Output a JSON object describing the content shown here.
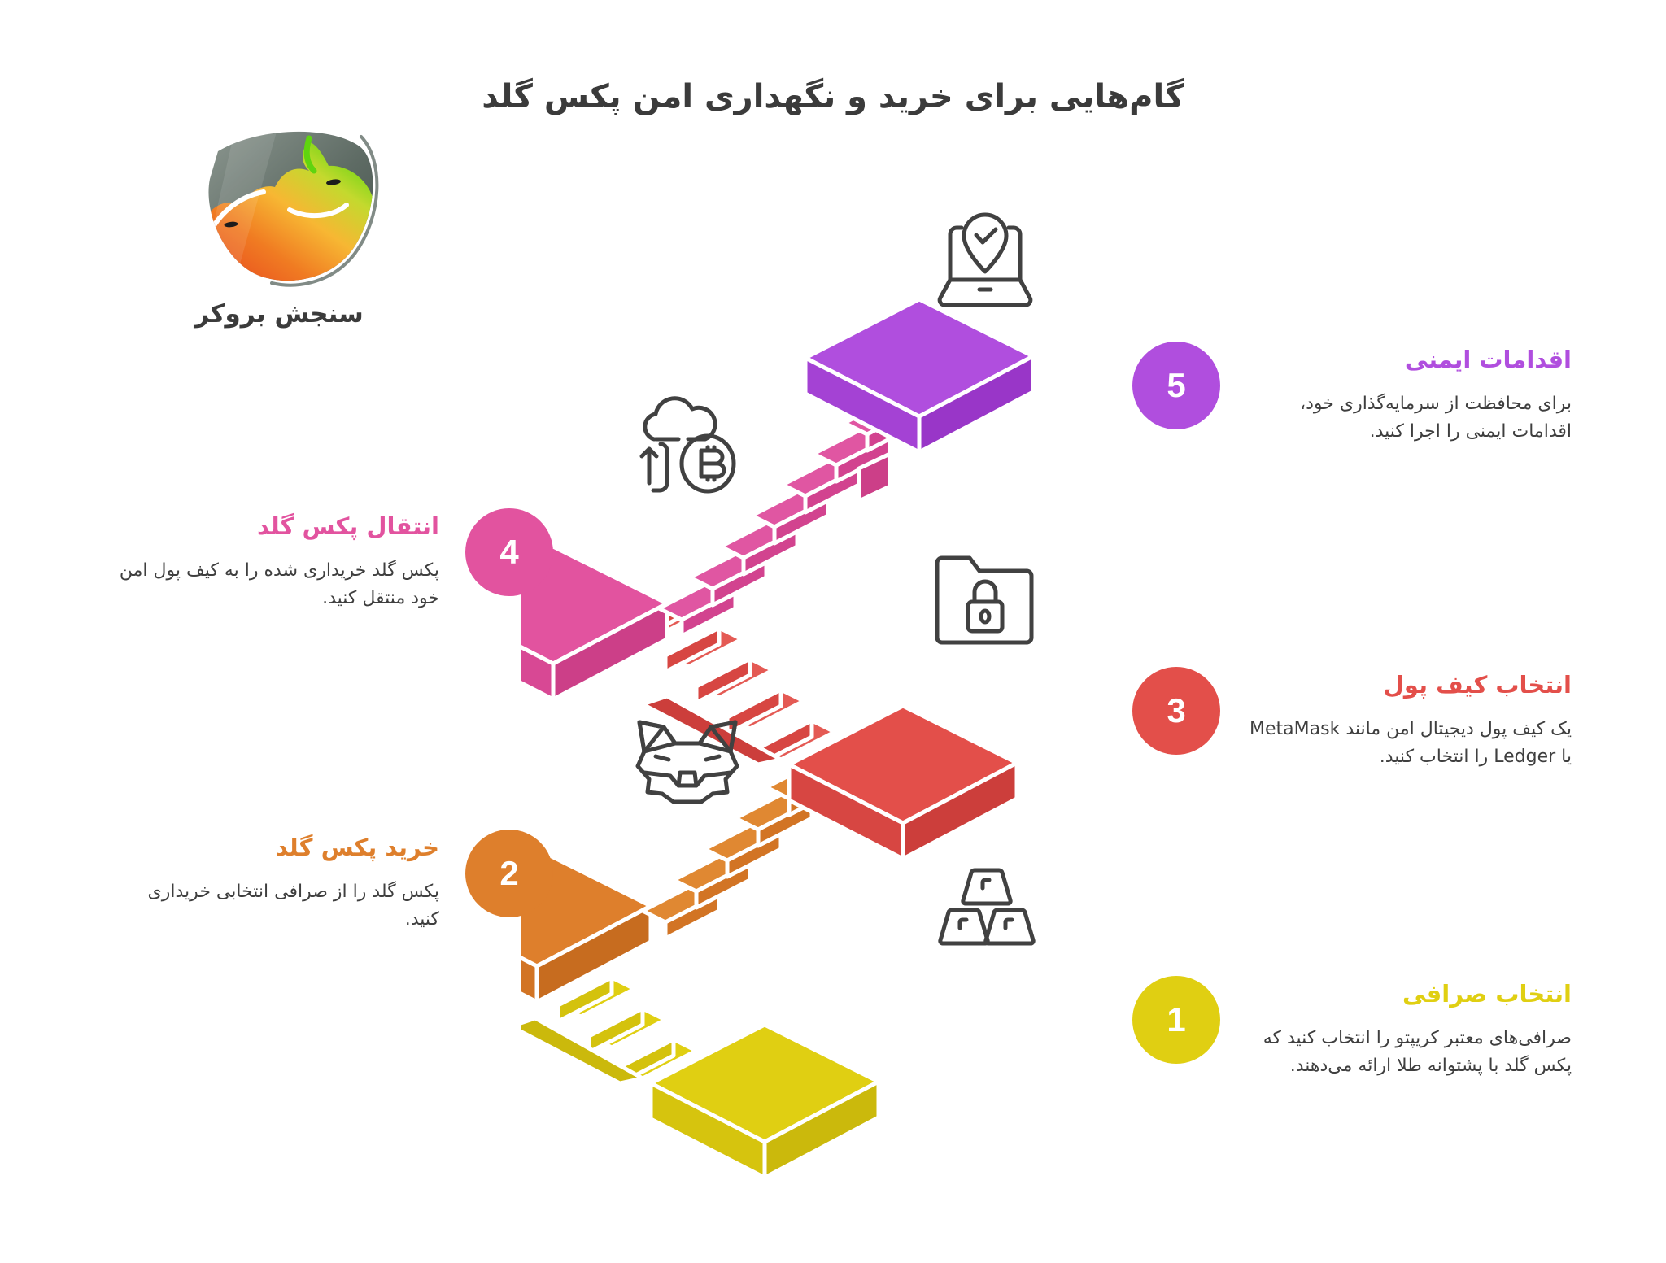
{
  "page": {
    "title": "گام‌هایی برای خرید و نگهداری امن پکس گلد",
    "background": "#ffffff"
  },
  "brand": {
    "name": "سنجش بروکر",
    "logo_icon": "bull-bear-shield-logo",
    "colors": {
      "shield": "#5e6b64",
      "bull": "#7ed321",
      "bear": "#e8491f",
      "mid": "#f5a623"
    }
  },
  "steps": [
    {
      "number": "1",
      "title": "انتخاب صرافی",
      "description": "صرافی‌های معتبر کریپتو را انتخاب کنید که پکس گلد با پشتوانه طلا ارائه می‌دهند.",
      "color": "#e0cf12",
      "side": "right",
      "icon": "gold-bars-icon"
    },
    {
      "number": "2",
      "title": "خرید پکس گلد",
      "description": "پکس گلد را از صرافی انتخابی خریداری کنید.",
      "color": "#de7f2c",
      "side": "left",
      "icon": "metamask-fox-icon"
    },
    {
      "number": "3",
      "title": "انتخاب کیف پول",
      "description": "یک کیف پول دیجیتال امن مانند MetaMask یا Ledger را انتخاب کنید.",
      "color": "#e34f4a",
      "side": "right",
      "icon": "locked-folder-icon"
    },
    {
      "number": "4",
      "title": "انتقال پکس گلد",
      "description": "پکس گلد خریداری شده را به کیف پول امن خود منتقل کنید.",
      "color": "#e2539f",
      "side": "left",
      "icon": "cloud-bitcoin-transfer-icon"
    },
    {
      "number": "5",
      "title": "اقدامات ایمنی",
      "description": "برای محافظت از سرمایه‌گذاری خود، اقدامات ایمنی را اجرا کنید.",
      "color": "#b04ede",
      "side": "right",
      "icon": "laptop-verified-location-icon"
    }
  ],
  "illustration": {
    "type": "isometric-staircase",
    "platform_colors": [
      "#e0cf12",
      "#de7f2c",
      "#e34f4a",
      "#e2539f",
      "#b04ede"
    ],
    "stroke": "#ffffff",
    "icon_stroke": "#414141"
  }
}
